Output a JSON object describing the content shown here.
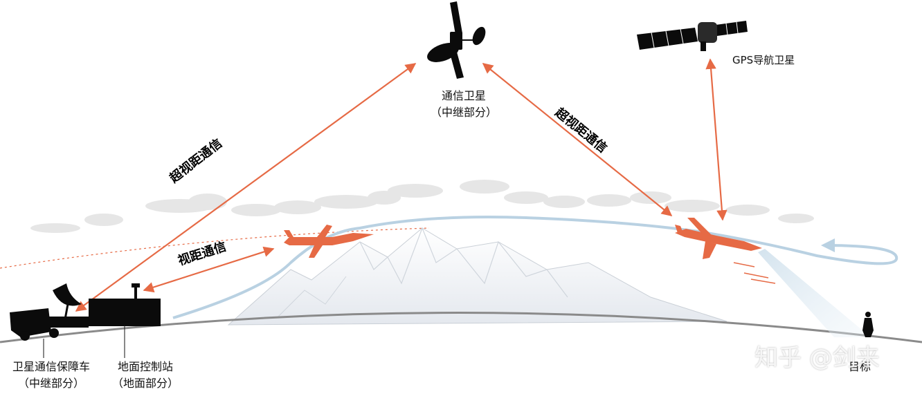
{
  "colors": {
    "accent": "#e66a45",
    "flight_path": "#b9d1e2",
    "mountain": "#f0f2f5",
    "cloud": "#e6e6e6",
    "ground_line": "#8a8a8a",
    "silhouette": "#0b0b0b"
  },
  "nodes": {
    "comm_satellite": {
      "title": "通信卫星",
      "subtitle": "（中继部分）"
    },
    "gps_satellite": {
      "title": "GPS导航卫星"
    },
    "relay_vehicle": {
      "title": "卫星通信保障车",
      "subtitle": "（中继部分）"
    },
    "ground_station": {
      "title": "地面控制站",
      "subtitle": "（地面部分）"
    },
    "target": {
      "title": "目标"
    }
  },
  "links": {
    "bvlos_left": "超视距通信",
    "bvlos_right": "超视距通信",
    "los": "视距通信"
  },
  "icons": [
    "satellite-icon",
    "gps-satellite-icon",
    "uav-icon",
    "satellite-dish-icon",
    "person-icon",
    "antenna-icon"
  ],
  "watermark": "知乎 @剑来"
}
